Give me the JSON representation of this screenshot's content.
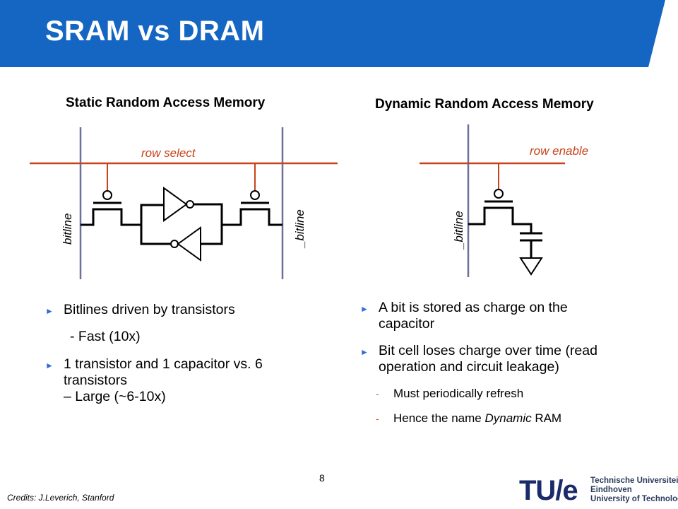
{
  "header": {
    "title": "SRAM vs DRAM",
    "band_color": "#1566c2"
  },
  "sram": {
    "heading": "Static Random Access Memory",
    "row_label": "row select",
    "bitline_left": "bitline",
    "bitline_right": "_bitline",
    "bullets": [
      "Bitlines driven by transistors",
      "- Fast (10x)",
      "1 transistor and 1 capacitor vs. 6 transistors",
      "–  Large (~6-10x)"
    ]
  },
  "dram": {
    "heading": "Dynamic Random Access Memory",
    "row_label": "row enable",
    "bitline_label": "_bitline",
    "bullets": [
      "A bit is stored as charge on the capacitor",
      "Bit cell loses charge over time (read operation and circuit leakage)"
    ],
    "sub_bullets": {
      "first": "Must periodically refresh",
      "second_prefix": "Hence the name ",
      "second_italic": "Dynamic",
      "second_suffix": " RAM"
    }
  },
  "colors": {
    "wire_red": "#c8431c",
    "bitline_blue": "#6b6f9e",
    "arrow_blue": "#2e6bd6"
  },
  "footer": {
    "page_number": "8",
    "credits": "Credits: J.Leverich, Stanford",
    "logo_mark": "TU/e",
    "logo_lines": [
      "Technische Universiteit",
      "Eindhoven",
      "University of Technology"
    ]
  }
}
